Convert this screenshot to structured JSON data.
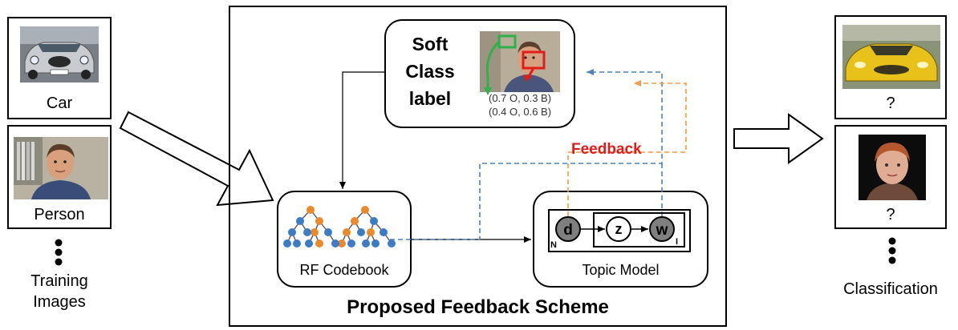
{
  "training": {
    "items": [
      {
        "label": "Car"
      },
      {
        "label": "Person"
      }
    ],
    "caption_line1": "Training",
    "caption_line2": "Images"
  },
  "scheme": {
    "title": "Proposed Feedback Scheme",
    "soft_label": {
      "line1": "Soft",
      "line2": "Class",
      "line3": "label",
      "values_line1": "(0.7 O, 0.3 B)",
      "values_line2": "(0.4 O, 0.6 B)"
    },
    "codebook_label": "RF Codebook",
    "topic_model": {
      "label": "Topic Model",
      "node_d": "d",
      "node_z": "z",
      "node_w": "w",
      "plate_outer": "N",
      "plate_inner": "I"
    },
    "feedback_label": "Feedback"
  },
  "classification": {
    "items": [
      {
        "label": "?"
      },
      {
        "label": "?"
      }
    ],
    "caption": "Classification"
  },
  "colors": {
    "feedback_red": "#e31b1b",
    "dashed_blue": "#4f81bd",
    "dashed_orange": "#f29b49",
    "tree_blue": "#3d7cc4",
    "tree_orange": "#ea8a2c"
  }
}
